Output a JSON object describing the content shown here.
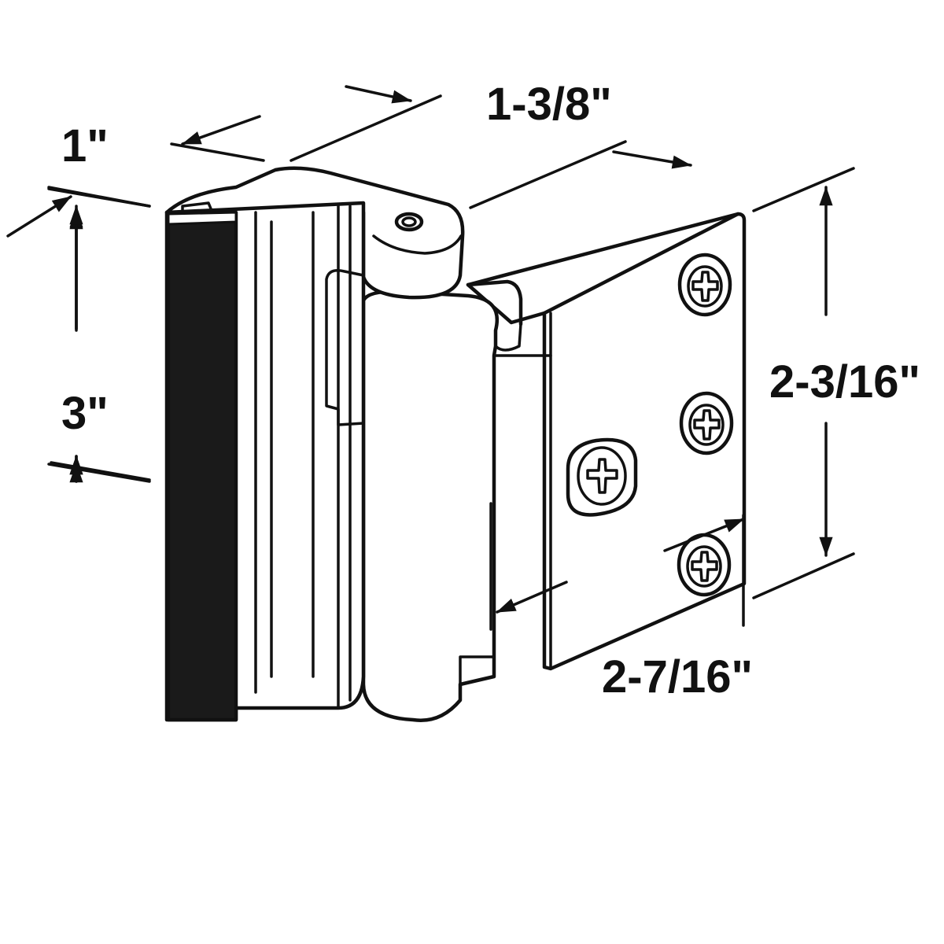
{
  "dimensions": {
    "depth": "1\"",
    "width": "1-3/8\"",
    "height": "3\"",
    "plate_height": "2-3/16\"",
    "plate_width": "2-7/16\""
  },
  "colors": {
    "line": "#111111",
    "background": "#ffffff",
    "bumper": "#1a1a1a"
  }
}
